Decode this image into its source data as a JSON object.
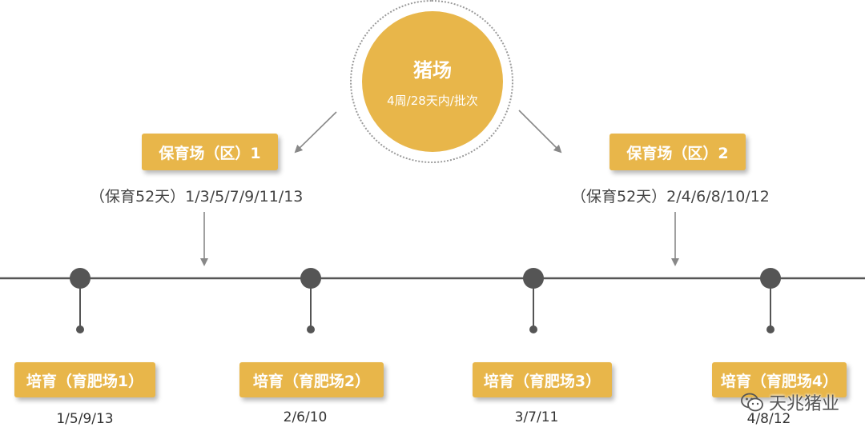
{
  "hub": {
    "title": "猪场",
    "subtitle": "4周/28天内/批次"
  },
  "nurseries": [
    {
      "label": "保育场（区）1",
      "note": "（保育52天）1/3/5/7/9/11/13"
    },
    {
      "label": "保育场（区）2",
      "note": "（保育52天）2/4/6/8/10/12"
    }
  ],
  "finishers": [
    {
      "label": "培育（育肥场1）",
      "batches": "1/5/9/13"
    },
    {
      "label": "培育（育肥场2）",
      "batches": "2/6/10"
    },
    {
      "label": "培育（育肥场3）",
      "batches": "3/7/11"
    },
    {
      "label": "培育（育肥场4）",
      "batches": "4/8/12"
    }
  ],
  "watermark": {
    "text": "天兆猪业",
    "icon": "wechat-icon"
  },
  "colors": {
    "gold": "#e8b64a",
    "line": "#555555",
    "arrow": "#888888"
  }
}
